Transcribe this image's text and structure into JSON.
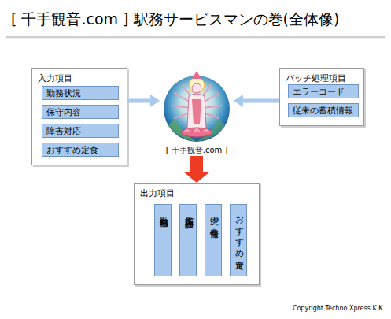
{
  "diagram": {
    "title": "[ 千手観音.com ] 駅務サービスマンの巻(全体像)",
    "nodes": [
      {
        "text": [
          "入力項目"
        ]
      },
      {
        "text": [
          "勤務状況"
        ],
        "in": 0
      },
      {
        "text": [
          "保守内容"
        ],
        "in": 0
      },
      {
        "text": [
          "障害対応"
        ],
        "in": 0
      },
      {
        "text": [
          "おすすめ定食"
        ],
        "in": 0
      },
      {
        "text": [
          "バッチ処理項目"
        ]
      },
      {
        "text": [
          "エラーコード"
        ],
        "in": 5
      },
      {
        "text": [
          "従来の蓄積情報"
        ],
        "in": 5
      },
      {
        "text": [
          "[ 千手観音.com ]"
        ]
      },
      {
        "text": [
          "出力項目"
        ]
      },
      {
        "text": [
          "勤怠情報"
        ],
        "in": 9
      },
      {
        "text": [
          "作業内容評価"
        ],
        "in": 9
      },
      {
        "text": [
          "虎の巻情報"
        ],
        "in": 9
      },
      {
        "text": [
          "おすすめ定食"
        ],
        "in": 9
      }
    ],
    "edges": [
      {
        "from": 0,
        "to": 8,
        "arrow": "to"
      },
      {
        "from": 5,
        "to": 8,
        "arrow": "to"
      },
      {
        "from": 8,
        "to": 9,
        "arrow": "to"
      }
    ],
    "labels": [
      "Copyright  Techno Xpress K.K."
    ]
  }
}
